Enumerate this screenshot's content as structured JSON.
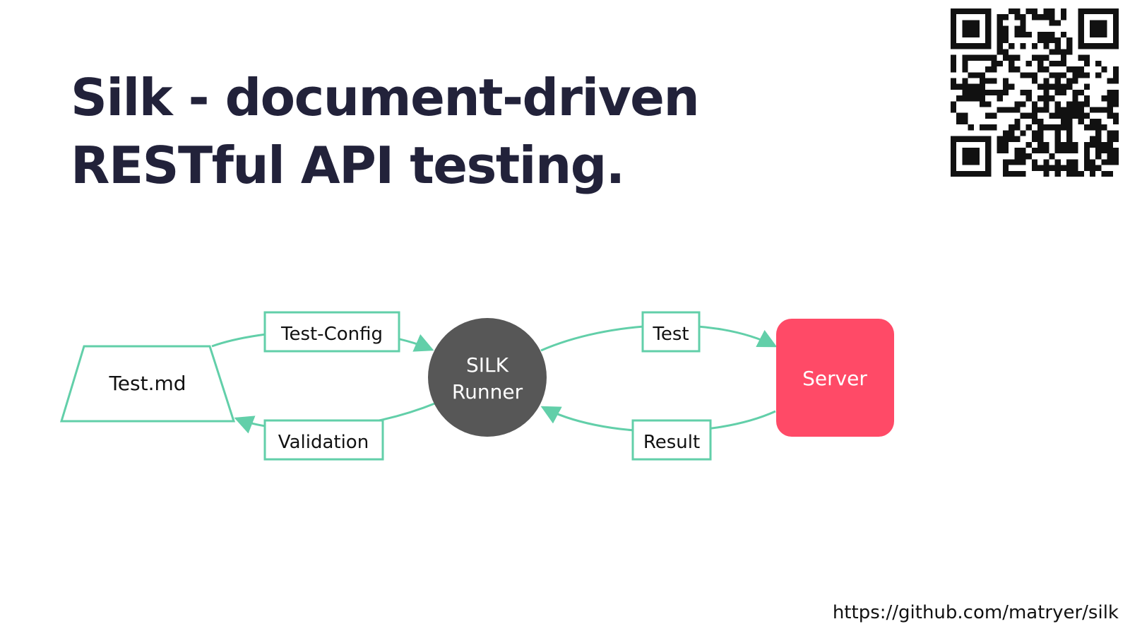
{
  "slide": {
    "title_line_1": "Silk - document-driven",
    "title_line_2": "RESTful API testing.",
    "url": "https://github.com/matryer/silk"
  },
  "diagram": {
    "document_node": "Test.md",
    "runner_node_line_1": "SILK",
    "runner_node_line_2": "Runner",
    "server_node": "Server",
    "edges": {
      "test_config": "Test-Config",
      "validation": "Validation",
      "test": "Test",
      "result": "Result"
    }
  },
  "colors": {
    "title": "#22223a",
    "runner_fill": "#575757",
    "server_fill": "#ff4a67",
    "edge_color": "#62cfa9",
    "document_border": "#62cfa9",
    "text": "#111111"
  },
  "icons": {
    "qr_code": "qr-code-icon"
  }
}
